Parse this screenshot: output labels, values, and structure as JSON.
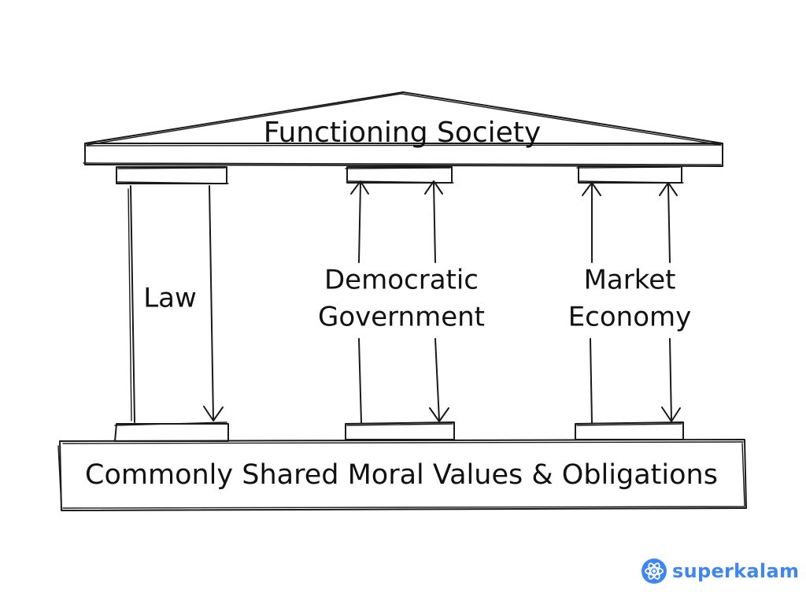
{
  "diagram": {
    "roof": {
      "label": "Functioning Society"
    },
    "pillars": [
      {
        "id": "law",
        "lines": [
          "Law"
        ]
      },
      {
        "id": "democratic-government",
        "lines": [
          "Democratic",
          "Government"
        ]
      },
      {
        "id": "market-economy",
        "lines": [
          "Market",
          "Economy"
        ]
      }
    ],
    "foundation": {
      "label": "Commonly Shared Moral Values & Obligations"
    }
  },
  "brand": {
    "name": "superkalam",
    "color": "#3e86f5",
    "icon": "atom-icon"
  }
}
